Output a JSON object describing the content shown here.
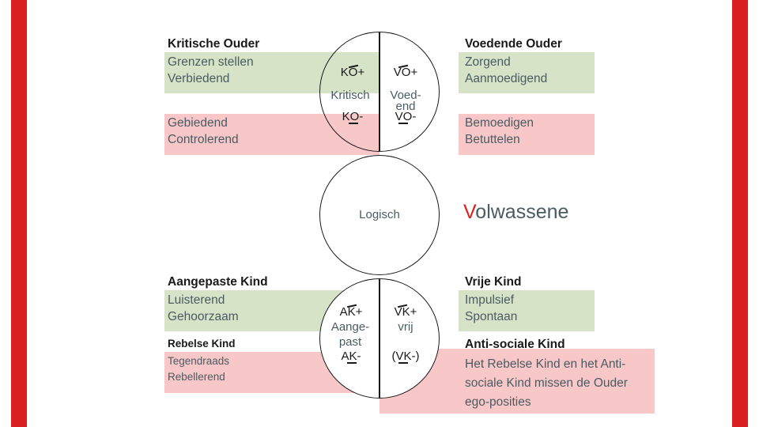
{
  "accent_color": "#d9201f",
  "panel_green": "#d6e3c6",
  "panel_pink": "#f8c7c7",
  "text_color": "#4a5c63",
  "parent": {
    "critical": {
      "title": "Kritische Ouder",
      "positive": [
        "Grenzen stellen",
        "Verbiedend"
      ],
      "negative": [
        "Gebiedend",
        "Controlerend"
      ]
    },
    "nurturing": {
      "title": "Voedende Ouder",
      "positive": [
        "Zorgend",
        "Aanmoedigend"
      ],
      "negative": [
        "Bemoedigen",
        "Betuttelen"
      ]
    }
  },
  "child": {
    "adapted": {
      "title": "Aangepaste Kind",
      "positive": [
        "Luisterend",
        "Gehoorzaam"
      ],
      "rebel_title": "Rebelse Kind",
      "negative": [
        "Tegendraads",
        "Rebellerend"
      ]
    },
    "free": {
      "title": "Vrije Kind",
      "positive": [
        "Impulsief",
        "Spontaan"
      ],
      "anti_title": "Anti-sociale Kind"
    }
  },
  "diagram": {
    "parent_labels": {
      "ko_plus": "KO+",
      "vo_plus": "VO+",
      "kritisch": "Kritisch",
      "voedend_line1": "Voed-",
      "voedend_line2": "end",
      "ko_minus": "KO-",
      "vo_minus": "VO-"
    },
    "adult_label": "Logisch",
    "child_labels": {
      "ak_plus": "AK+",
      "vk_plus": "VK+",
      "aangepast_line1": "Aange-",
      "aangepast_line2": "past",
      "vrij": "vrij",
      "ak_minus": "AK-",
      "vk_minus": "(VK-)"
    }
  },
  "adult_heading": {
    "first_letter": "V",
    "rest": "olwassene"
  },
  "note": {
    "line1": "Het Rebelse Kind en het Anti-",
    "line2": "sociale Kind missen de Ouder",
    "line3": "ego-posities"
  }
}
